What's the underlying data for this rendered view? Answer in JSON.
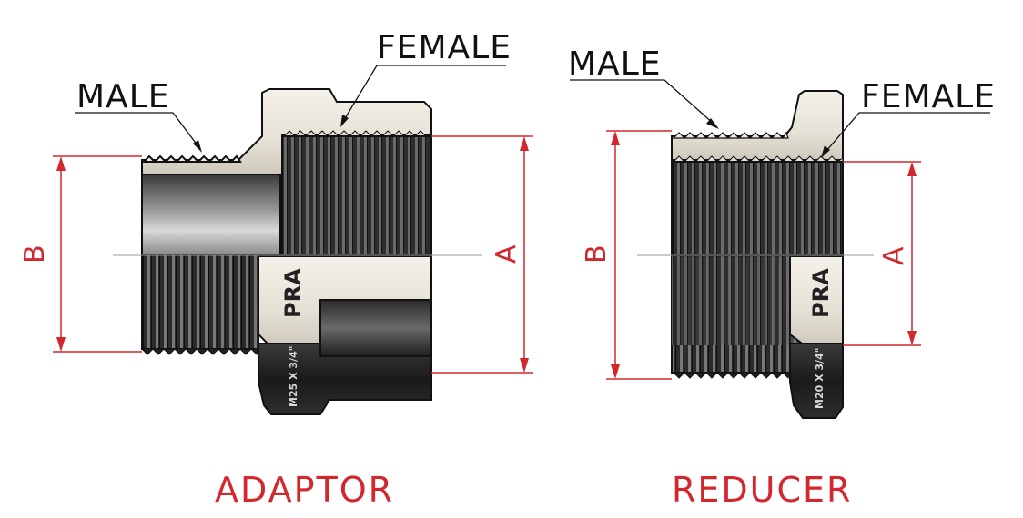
{
  "colors": {
    "dimension": "#d3272e",
    "metal_light": "#e8e4dc",
    "metal_dark": "#2a2a2a",
    "thread_dark": "#3b3b3b",
    "outline": "#111111"
  },
  "adaptor": {
    "caption": "ADAPTOR",
    "male_label": "MALE",
    "female_label": "FEMALE",
    "dim_a": "A",
    "dim_b": "B",
    "brand_mark": "PRA",
    "size_mark": "M25 X 3/4\""
  },
  "reducer": {
    "caption": "REDUCER",
    "male_label": "MALE",
    "female_label": "FEMALE",
    "dim_a": "A",
    "dim_b": "B",
    "brand_mark": "PRA",
    "size_mark": "M20 X 3/4\""
  }
}
